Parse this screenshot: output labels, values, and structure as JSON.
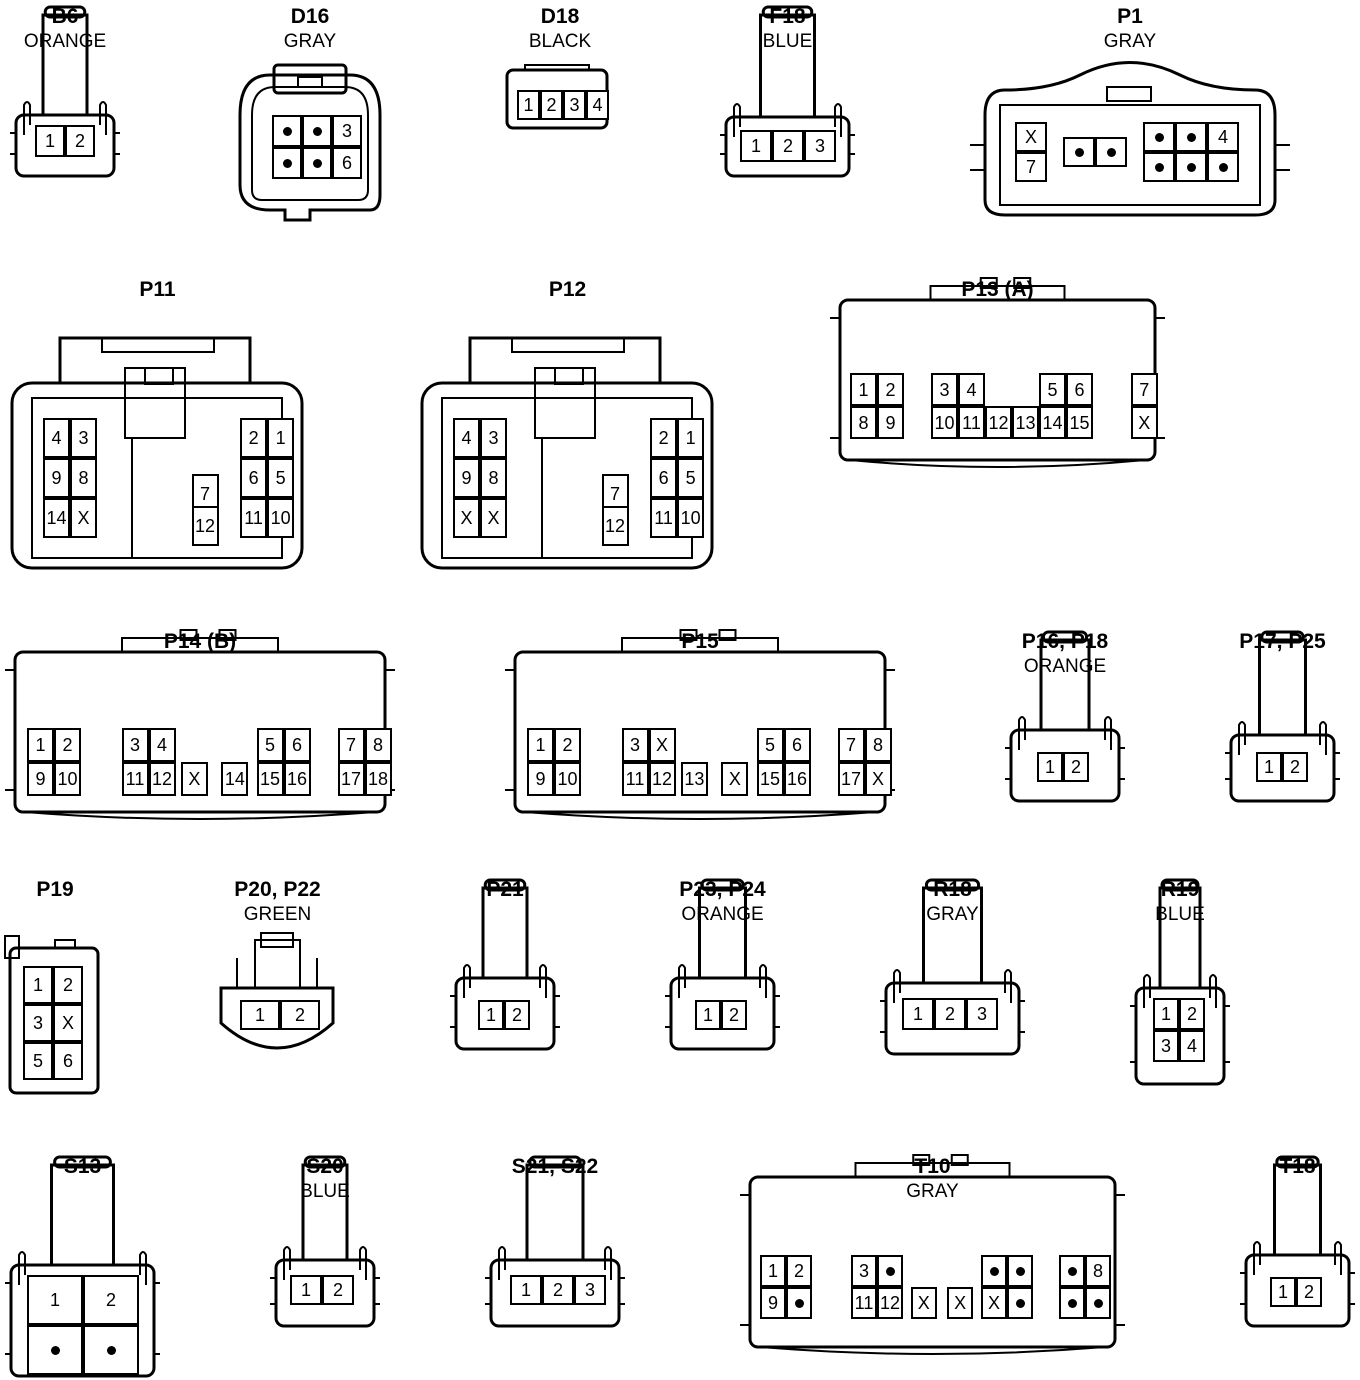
{
  "connectors": [
    {
      "id": "B6",
      "name": "B6",
      "color": "ORANGE",
      "pins": [
        {
          "label": "1",
          "type": "num"
        },
        {
          "label": "2",
          "type": "num"
        }
      ]
    },
    {
      "id": "D16",
      "name": "D16",
      "color": "GRAY",
      "pins": [
        {
          "label": "",
          "type": "dot"
        },
        {
          "label": "",
          "type": "dot"
        },
        {
          "label": "3",
          "type": "num"
        },
        {
          "label": "",
          "type": "dot"
        },
        {
          "label": "",
          "type": "dot"
        },
        {
          "label": "6",
          "type": "num"
        }
      ]
    },
    {
      "id": "D18",
      "name": "D18",
      "color": "BLACK",
      "pins": [
        {
          "label": "1",
          "type": "num"
        },
        {
          "label": "2",
          "type": "num"
        },
        {
          "label": "3",
          "type": "num"
        },
        {
          "label": "4",
          "type": "num"
        }
      ]
    },
    {
      "id": "F18",
      "name": "F18",
      "color": "BLUE",
      "pins": [
        {
          "label": "1",
          "type": "num"
        },
        {
          "label": "2",
          "type": "num"
        },
        {
          "label": "3",
          "type": "num"
        }
      ]
    },
    {
      "id": "P1",
      "name": "P1",
      "color": "GRAY",
      "pins": [
        {
          "label": "X",
          "type": "x"
        },
        {
          "label": "7",
          "type": "num"
        },
        {
          "label": "",
          "type": "dot"
        },
        {
          "label": "",
          "type": "dot"
        },
        {
          "label": "",
          "type": "dot"
        },
        {
          "label": "",
          "type": "dot"
        },
        {
          "label": "4",
          "type": "num"
        },
        {
          "label": "",
          "type": "dot"
        },
        {
          "label": "",
          "type": "dot"
        },
        {
          "label": "",
          "type": "dot"
        }
      ]
    },
    {
      "id": "P11",
      "name": "P11",
      "color": "",
      "pins": [
        {
          "label": "4",
          "type": "num"
        },
        {
          "label": "3",
          "type": "num"
        },
        {
          "label": "9",
          "type": "num"
        },
        {
          "label": "8",
          "type": "num"
        },
        {
          "label": "14",
          "type": "num"
        },
        {
          "label": "X",
          "type": "x"
        },
        {
          "label": "7",
          "type": "num"
        },
        {
          "label": "12",
          "type": "num"
        },
        {
          "label": "2",
          "type": "num"
        },
        {
          "label": "1",
          "type": "num"
        },
        {
          "label": "6",
          "type": "num"
        },
        {
          "label": "5",
          "type": "num"
        },
        {
          "label": "11",
          "type": "num"
        },
        {
          "label": "10",
          "type": "num"
        }
      ]
    },
    {
      "id": "P12",
      "name": "P12",
      "color": "",
      "pins": [
        {
          "label": "4",
          "type": "num"
        },
        {
          "label": "3",
          "type": "num"
        },
        {
          "label": "9",
          "type": "num"
        },
        {
          "label": "8",
          "type": "num"
        },
        {
          "label": "X",
          "type": "x"
        },
        {
          "label": "X",
          "type": "x"
        },
        {
          "label": "7",
          "type": "num"
        },
        {
          "label": "12",
          "type": "num"
        },
        {
          "label": "2",
          "type": "num"
        },
        {
          "label": "1",
          "type": "num"
        },
        {
          "label": "6",
          "type": "num"
        },
        {
          "label": "5",
          "type": "num"
        },
        {
          "label": "11",
          "type": "num"
        },
        {
          "label": "10",
          "type": "num"
        }
      ]
    },
    {
      "id": "P13",
      "name": "P13 (A)",
      "color": "",
      "pins": [
        {
          "label": "1",
          "type": "num"
        },
        {
          "label": "2",
          "type": "num"
        },
        {
          "label": "8",
          "type": "num"
        },
        {
          "label": "9",
          "type": "num"
        },
        {
          "label": "3",
          "type": "num"
        },
        {
          "label": "4",
          "type": "num"
        },
        {
          "label": "5",
          "type": "num"
        },
        {
          "label": "6",
          "type": "num"
        },
        {
          "label": "10",
          "type": "num"
        },
        {
          "label": "11",
          "type": "num"
        },
        {
          "label": "12",
          "type": "num"
        },
        {
          "label": "13",
          "type": "num"
        },
        {
          "label": "14",
          "type": "num"
        },
        {
          "label": "15",
          "type": "num"
        },
        {
          "label": "7",
          "type": "num"
        },
        {
          "label": "X",
          "type": "x"
        }
      ]
    },
    {
      "id": "P14",
      "name": "P14 (B)",
      "color": "",
      "pins": [
        {
          "label": "1",
          "type": "num"
        },
        {
          "label": "2",
          "type": "num"
        },
        {
          "label": "9",
          "type": "num"
        },
        {
          "label": "10",
          "type": "num"
        },
        {
          "label": "3",
          "type": "num"
        },
        {
          "label": "4",
          "type": "num"
        },
        {
          "label": "5",
          "type": "num"
        },
        {
          "label": "6",
          "type": "num"
        },
        {
          "label": "11",
          "type": "num"
        },
        {
          "label": "12",
          "type": "num"
        },
        {
          "label": "X",
          "type": "x"
        },
        {
          "label": "14",
          "type": "num"
        },
        {
          "label": "15",
          "type": "num"
        },
        {
          "label": "16",
          "type": "num"
        },
        {
          "label": "7",
          "type": "num"
        },
        {
          "label": "8",
          "type": "num"
        },
        {
          "label": "17",
          "type": "num"
        },
        {
          "label": "18",
          "type": "num"
        }
      ]
    },
    {
      "id": "P15",
      "name": "P15",
      "color": "",
      "pins": [
        {
          "label": "1",
          "type": "num"
        },
        {
          "label": "2",
          "type": "num"
        },
        {
          "label": "9",
          "type": "num"
        },
        {
          "label": "10",
          "type": "num"
        },
        {
          "label": "3",
          "type": "num"
        },
        {
          "label": "X",
          "type": "x"
        },
        {
          "label": "5",
          "type": "num"
        },
        {
          "label": "6",
          "type": "num"
        },
        {
          "label": "11",
          "type": "num"
        },
        {
          "label": "12",
          "type": "num"
        },
        {
          "label": "13",
          "type": "num"
        },
        {
          "label": "X",
          "type": "x"
        },
        {
          "label": "15",
          "type": "num"
        },
        {
          "label": "16",
          "type": "num"
        },
        {
          "label": "7",
          "type": "num"
        },
        {
          "label": "8",
          "type": "num"
        },
        {
          "label": "17",
          "type": "num"
        },
        {
          "label": "X",
          "type": "x"
        }
      ]
    },
    {
      "id": "P16",
      "name": "P16, P18",
      "color": "ORANGE",
      "pins": [
        {
          "label": "1",
          "type": "num"
        },
        {
          "label": "2",
          "type": "num"
        }
      ]
    },
    {
      "id": "P17",
      "name": "P17, P25",
      "color": "",
      "pins": [
        {
          "label": "1",
          "type": "num"
        },
        {
          "label": "2",
          "type": "num"
        }
      ]
    },
    {
      "id": "P19",
      "name": "P19",
      "color": "",
      "pins": [
        {
          "label": "1",
          "type": "num"
        },
        {
          "label": "2",
          "type": "num"
        },
        {
          "label": "3",
          "type": "num"
        },
        {
          "label": "X",
          "type": "x"
        },
        {
          "label": "5",
          "type": "num"
        },
        {
          "label": "6",
          "type": "num"
        }
      ]
    },
    {
      "id": "P20",
      "name": "P20, P22",
      "color": "GREEN",
      "pins": [
        {
          "label": "1",
          "type": "num"
        },
        {
          "label": "2",
          "type": "num"
        }
      ]
    },
    {
      "id": "P21",
      "name": "P21",
      "color": "",
      "pins": [
        {
          "label": "1",
          "type": "num"
        },
        {
          "label": "2",
          "type": "num"
        }
      ]
    },
    {
      "id": "P23",
      "name": "P23, P24",
      "color": "ORANGE",
      "pins": [
        {
          "label": "1",
          "type": "num"
        },
        {
          "label": "2",
          "type": "num"
        }
      ]
    },
    {
      "id": "R18",
      "name": "R18",
      "color": "GRAY",
      "pins": [
        {
          "label": "1",
          "type": "num"
        },
        {
          "label": "2",
          "type": "num"
        },
        {
          "label": "3",
          "type": "num"
        }
      ]
    },
    {
      "id": "R19",
      "name": "R19",
      "color": "BLUE",
      "pins": [
        {
          "label": "1",
          "type": "num"
        },
        {
          "label": "2",
          "type": "num"
        },
        {
          "label": "3",
          "type": "num"
        },
        {
          "label": "4",
          "type": "num"
        }
      ]
    },
    {
      "id": "S13",
      "name": "S13",
      "color": "",
      "pins": [
        {
          "label": "1",
          "type": "num"
        },
        {
          "label": "2",
          "type": "num"
        },
        {
          "label": "",
          "type": "dot"
        },
        {
          "label": "",
          "type": "dot"
        }
      ]
    },
    {
      "id": "S20",
      "name": "S20",
      "color": "BLUE",
      "pins": [
        {
          "label": "1",
          "type": "num"
        },
        {
          "label": "2",
          "type": "num"
        }
      ]
    },
    {
      "id": "S21",
      "name": "S21, S22",
      "color": "",
      "pins": [
        {
          "label": "1",
          "type": "num"
        },
        {
          "label": "2",
          "type": "num"
        },
        {
          "label": "3",
          "type": "num"
        }
      ]
    },
    {
      "id": "T10",
      "name": "T10",
      "color": "GRAY",
      "pins": [
        {
          "label": "1",
          "type": "num"
        },
        {
          "label": "2",
          "type": "num"
        },
        {
          "label": "9",
          "type": "num"
        },
        {
          "label": "",
          "type": "dot"
        },
        {
          "label": "3",
          "type": "num"
        },
        {
          "label": "",
          "type": "dot"
        },
        {
          "label": "",
          "type": "dot"
        },
        {
          "label": "",
          "type": "dot"
        },
        {
          "label": "11",
          "type": "num"
        },
        {
          "label": "12",
          "type": "num"
        },
        {
          "label": "X",
          "type": "x"
        },
        {
          "label": "X",
          "type": "x"
        },
        {
          "label": "X",
          "type": "x"
        },
        {
          "label": "",
          "type": "dot"
        },
        {
          "label": "",
          "type": "dot"
        },
        {
          "label": "8",
          "type": "num"
        },
        {
          "label": "",
          "type": "dot"
        },
        {
          "label": "",
          "type": "dot"
        }
      ]
    },
    {
      "id": "T18",
      "name": "T18",
      "color": "",
      "pins": [
        {
          "label": "1",
          "type": "num"
        },
        {
          "label": "2",
          "type": "num"
        }
      ]
    }
  ]
}
